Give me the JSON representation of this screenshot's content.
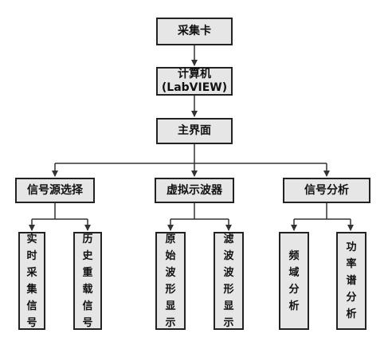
{
  "nodes": {
    "acquisition_card": "采集卡",
    "computer_line1": "计算机",
    "computer_line2": "(LabVIEW)",
    "main_interface": "主界面",
    "signal_source_select": "信号源选择",
    "virtual_oscilloscope": "虚拟示波器",
    "signal_analysis": "信号分析",
    "realtime_acquisition_signal": "实时采集信号",
    "history_reload_signal": "历史重载信号",
    "original_waveform_display": "原始波形显示",
    "filtered_waveform_display": "滤波波形显示",
    "frequency_domain_analysis": "频域分析",
    "power_spectrum_analysis": "功率谱分析"
  },
  "colors": {
    "box_fill": "#e6e6e6",
    "border": "#222222",
    "arrow": "#333333"
  }
}
